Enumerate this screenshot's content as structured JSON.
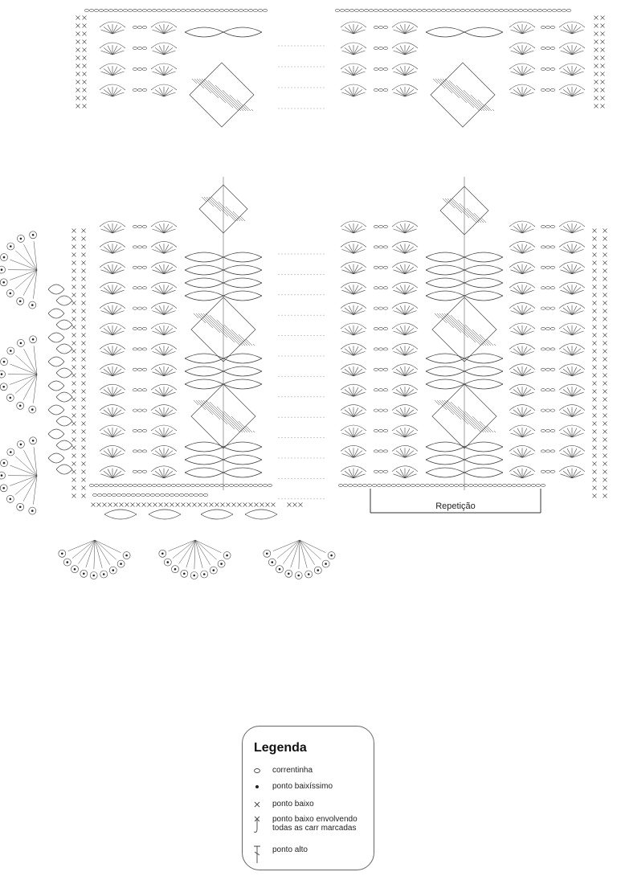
{
  "repeat_label": "Repetição",
  "legend": {
    "title": "Legenda",
    "items": [
      {
        "symbol": "chain-oval",
        "label": "correntinha"
      },
      {
        "symbol": "slip-stitch-dot",
        "label": "ponto baixíssimo"
      },
      {
        "symbol": "single-crochet-x",
        "label": "ponto baixo"
      },
      {
        "symbol": "sc-around-chains",
        "label": "ponto baixo envolvendo todas as carr marcadas"
      },
      {
        "symbol": "double-crochet-t",
        "label": "ponto alto"
      }
    ]
  },
  "colors": {
    "stroke": "#444444",
    "line": "#333333",
    "dots": "#777777"
  }
}
